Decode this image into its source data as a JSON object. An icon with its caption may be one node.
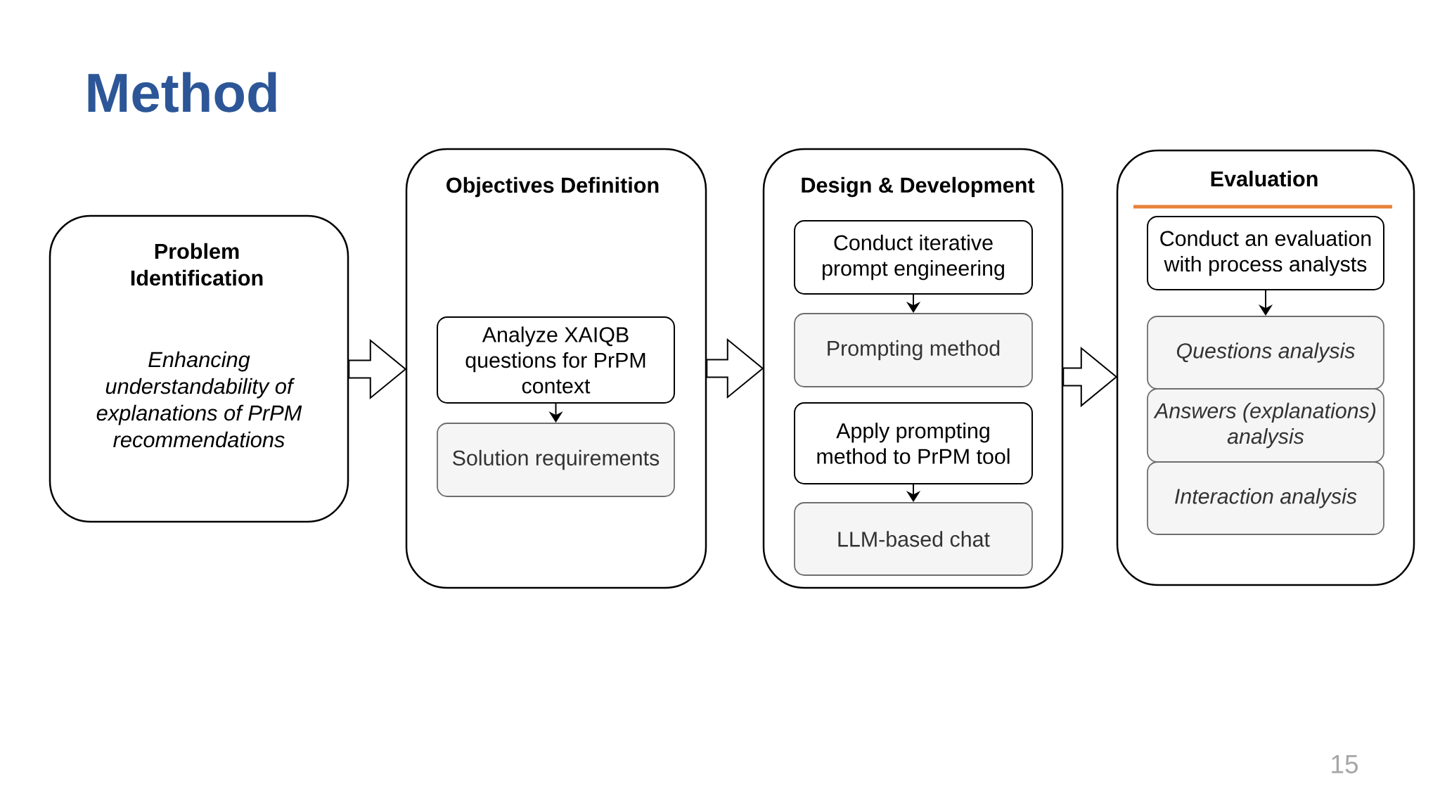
{
  "diagram": {
    "title": "Method",
    "nodes": [
      {
        "text": [
          "Problem Identification",
          "Enhancing understandability of explanations of PrPM recommendations"
        ]
      },
      {
        "text": [
          "Objectives Definition"
        ]
      },
      {
        "text": [
          "Analyze XAIQB questions for PrPM context"
        ],
        "in": 1
      },
      {
        "text": [
          "Solution requirements"
        ],
        "in": 1
      },
      {
        "text": [
          "Design & Development"
        ]
      },
      {
        "text": [
          "Conduct iterative prompt engineering"
        ],
        "in": 4
      },
      {
        "text": [
          "Prompting method"
        ],
        "in": 4
      },
      {
        "text": [
          "Apply prompting method to PrPM tool"
        ],
        "in": 4
      },
      {
        "text": [
          "LLM-based chat"
        ],
        "in": 4
      },
      {
        "text": [
          "Evaluation"
        ]
      },
      {
        "text": [
          "Conduct an evaluation with process analysts"
        ],
        "in": 9
      },
      {
        "text": [
          "Questions analysis"
        ],
        "in": 9
      },
      {
        "text": [
          "Answers (explanations) analysis"
        ],
        "in": 9
      },
      {
        "text": [
          "Interaction analysis"
        ],
        "in": 9
      }
    ],
    "edges": [
      {
        "from": 0,
        "to": 1,
        "arrow": "to"
      },
      {
        "from": 2,
        "to": 3,
        "arrow": "to"
      },
      {
        "from": 1,
        "to": 4,
        "arrow": "to"
      },
      {
        "from": 5,
        "to": 6,
        "arrow": "to"
      },
      {
        "from": 7,
        "to": 8,
        "arrow": "to"
      },
      {
        "from": 4,
        "to": 9,
        "arrow": "to"
      },
      {
        "from": 10,
        "to": 11,
        "arrow": "to"
      }
    ],
    "labels": [
      "15"
    ]
  }
}
